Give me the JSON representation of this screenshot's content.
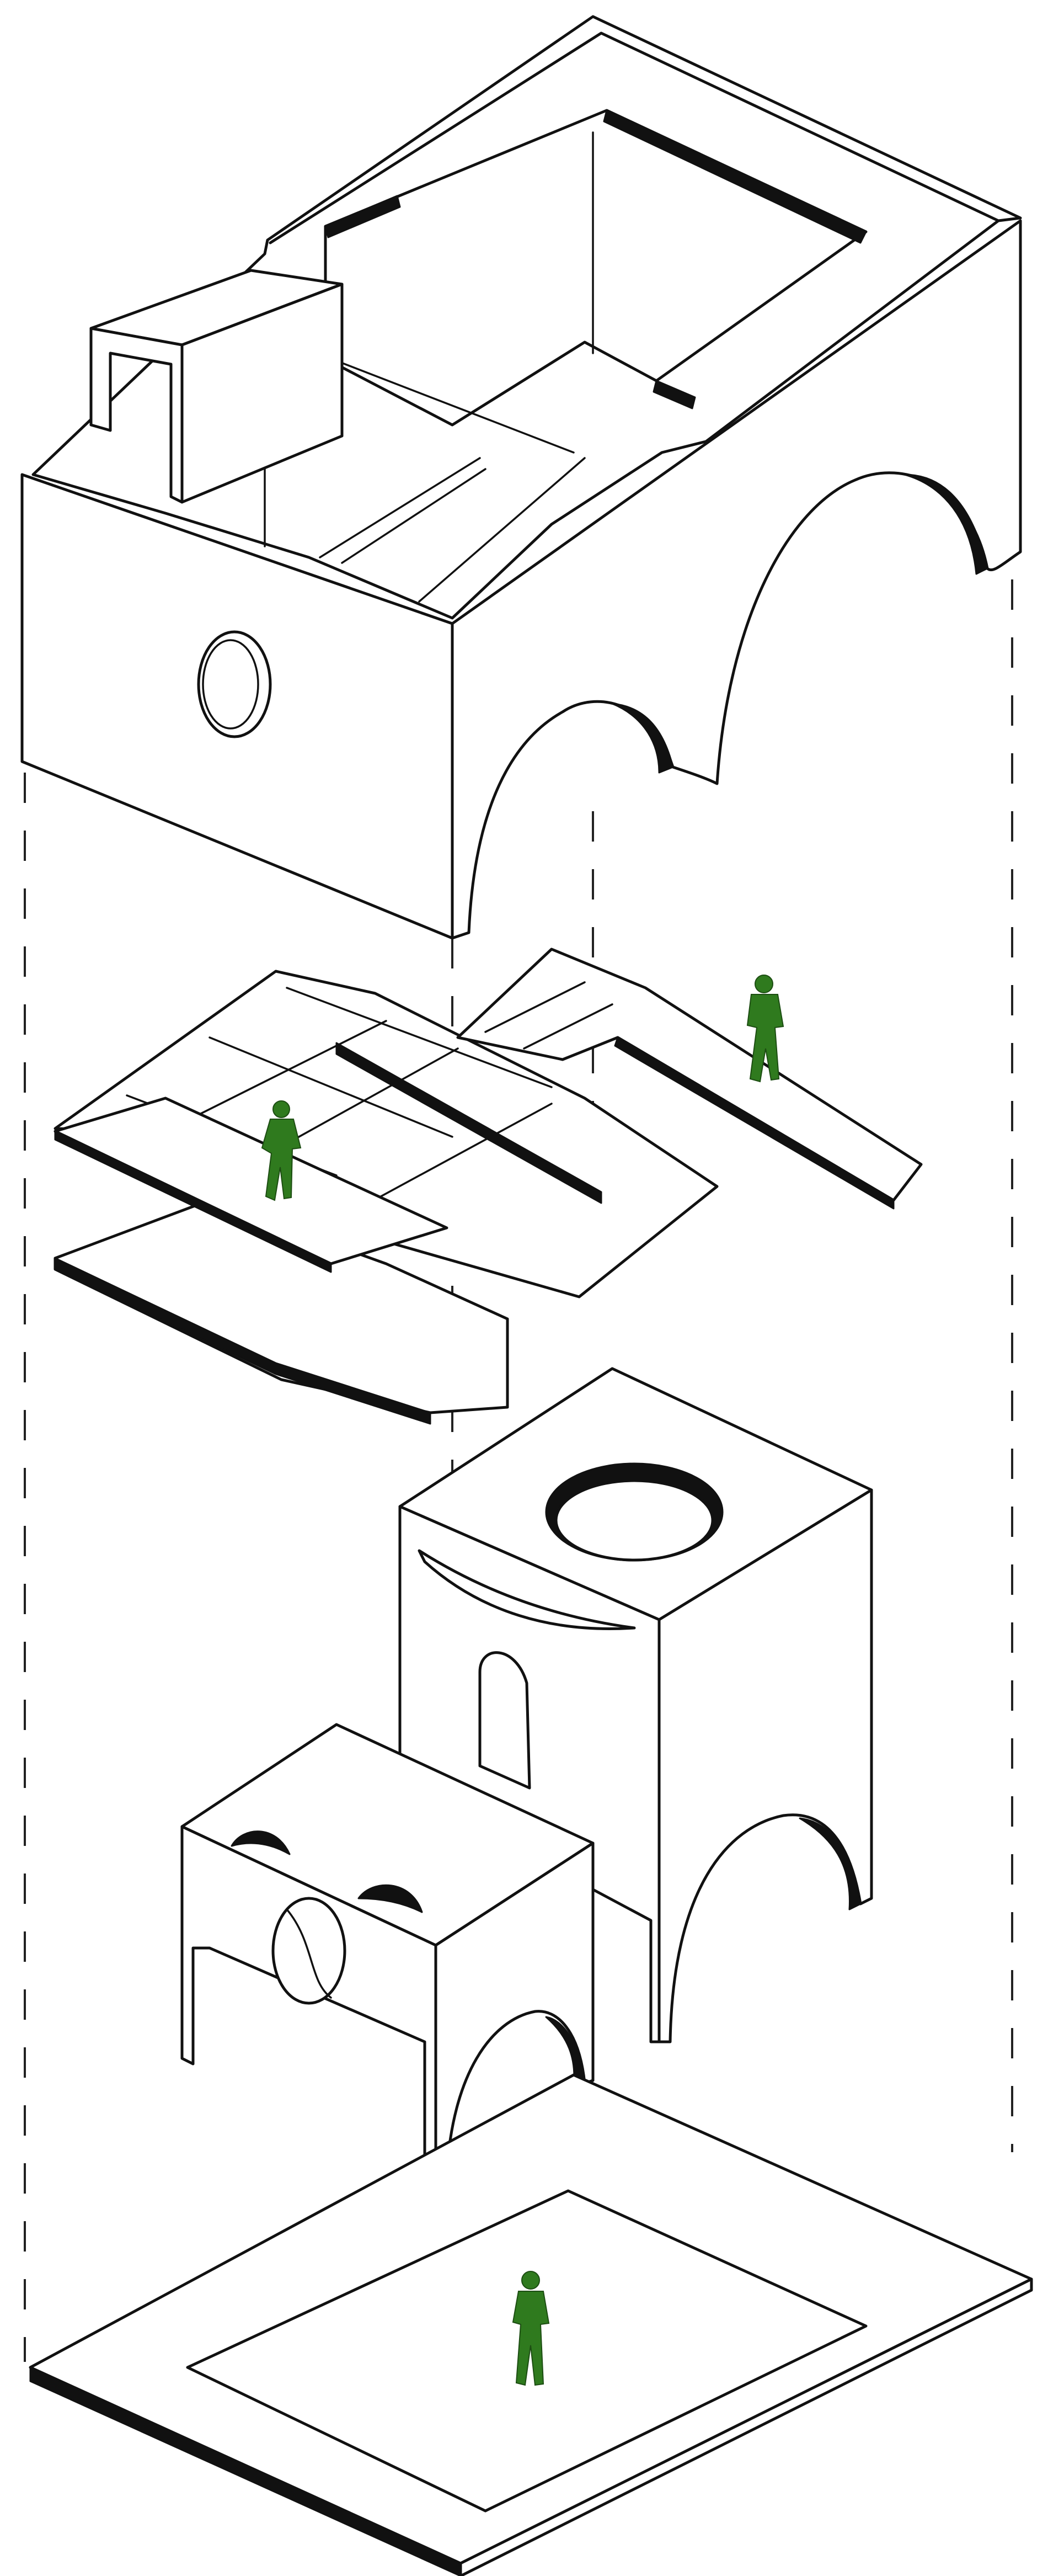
{
  "figure_color": "#2f7a1e",
  "line_color": "#111111",
  "layers": [
    {
      "name": "roof-volume",
      "icon": "arched-building-icon"
    },
    {
      "name": "walkway-platforms",
      "icon": "platform-icon"
    },
    {
      "name": "tower-volume",
      "icon": "tower-icon"
    },
    {
      "name": "small-pavilion",
      "icon": "pavilion-icon"
    },
    {
      "name": "ground-plinth",
      "icon": "plinth-icon"
    }
  ],
  "human_figures": 3
}
